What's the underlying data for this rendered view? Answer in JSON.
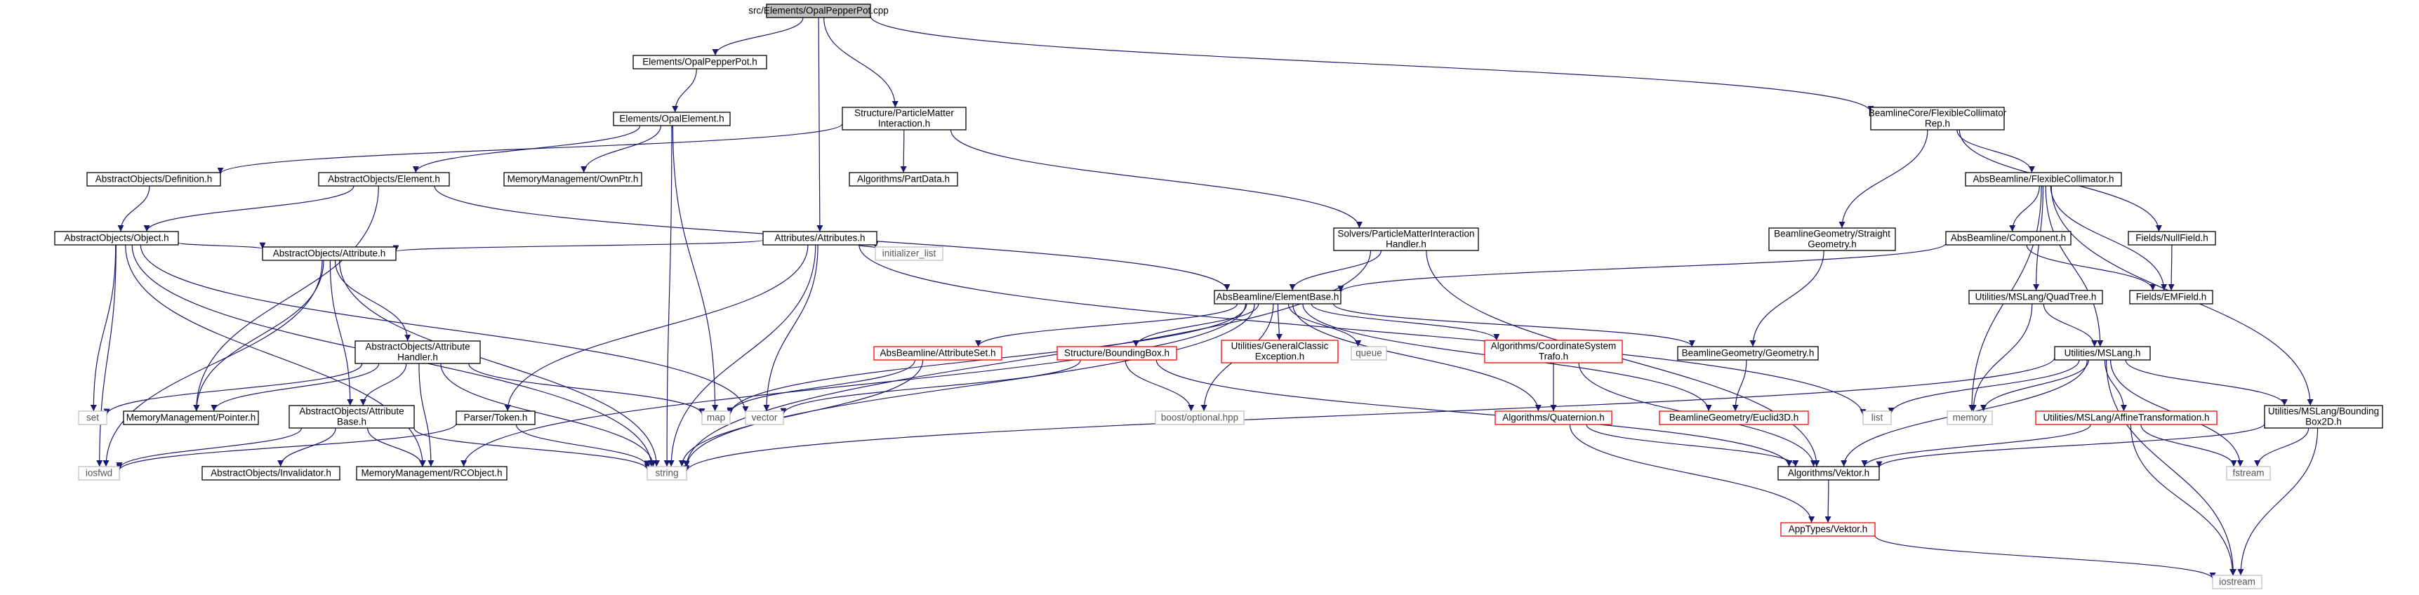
{
  "colors": {
    "edge": "#191970",
    "root_fill": "#bfbfbf",
    "external_border": "#bfbfbf",
    "incomplete_border": "#ff0000",
    "node_border": "#000000"
  },
  "nodes": [
    {
      "id": "root",
      "lines": [
        "src/Elements/OpalPepperPot.cpp"
      ],
      "style": "root"
    },
    {
      "id": "opalpepperpot_h",
      "lines": [
        "Elements/OpalPepperPot.h"
      ],
      "style": "black"
    },
    {
      "id": "opalelement_h",
      "lines": [
        "Elements/OpalElement.h"
      ],
      "style": "black"
    },
    {
      "id": "pmi_h",
      "lines": [
        "Structure/ParticleMatter",
        "Interaction.h"
      ],
      "style": "black"
    },
    {
      "id": "fcrep_h",
      "lines": [
        "BeamlineCore/FlexibleCollimator",
        "Rep.h"
      ],
      "style": "black"
    },
    {
      "id": "definition_h",
      "lines": [
        "AbstractObjects/Definition.h"
      ],
      "style": "black"
    },
    {
      "id": "element_h",
      "lines": [
        "AbstractObjects/Element.h"
      ],
      "style": "black"
    },
    {
      "id": "ownptr_h",
      "lines": [
        "MemoryManagement/OwnPtr.h"
      ],
      "style": "black"
    },
    {
      "id": "partdata_h",
      "lines": [
        "Algorithms/PartData.h"
      ],
      "style": "black"
    },
    {
      "id": "fc_h",
      "lines": [
        "AbsBeamline/FlexibleCollimator.h"
      ],
      "style": "black"
    },
    {
      "id": "object_h",
      "lines": [
        "AbstractObjects/Object.h"
      ],
      "style": "black"
    },
    {
      "id": "attributes_h",
      "lines": [
        "Attributes/Attributes.h"
      ],
      "style": "black"
    },
    {
      "id": "pmih_h",
      "lines": [
        "Solvers/ParticleMatterInteraction",
        "Handler.h"
      ],
      "style": "black"
    },
    {
      "id": "straightgeom_h",
      "lines": [
        "BeamlineGeometry/Straight",
        "Geometry.h"
      ],
      "style": "black"
    },
    {
      "id": "component_h",
      "lines": [
        "AbsBeamline/Component.h"
      ],
      "style": "black"
    },
    {
      "id": "nullfield_h",
      "lines": [
        "Fields/NullField.h"
      ],
      "style": "black"
    },
    {
      "id": "attribute_h",
      "lines": [
        "AbstractObjects/Attribute.h"
      ],
      "style": "black"
    },
    {
      "id": "initlist",
      "lines": [
        "initializer_list"
      ],
      "style": "gray"
    },
    {
      "id": "elementbase_h",
      "lines": [
        "AbsBeamline/ElementBase.h"
      ],
      "style": "black"
    },
    {
      "id": "quadtree_h",
      "lines": [
        "Utilities/MSLang/QuadTree.h"
      ],
      "style": "black"
    },
    {
      "id": "emfield_h",
      "lines": [
        "Fields/EMField.h"
      ],
      "style": "black"
    },
    {
      "id": "attrhandler_h",
      "lines": [
        "AbstractObjects/Attribute",
        "Handler.h"
      ],
      "style": "black"
    },
    {
      "id": "attributeset_h",
      "lines": [
        "AbsBeamline/AttributeSet.h"
      ],
      "style": "red"
    },
    {
      "id": "boundingbox_h",
      "lines": [
        "Structure/BoundingBox.h"
      ],
      "style": "red"
    },
    {
      "id": "gce_h",
      "lines": [
        "Utilities/GeneralClassic",
        "Exception.h"
      ],
      "style": "red"
    },
    {
      "id": "queue",
      "lines": [
        "queue"
      ],
      "style": "gray"
    },
    {
      "id": "cst_h",
      "lines": [
        "Algorithms/CoordinateSystem",
        "Trafo.h"
      ],
      "style": "red"
    },
    {
      "id": "geometry_h",
      "lines": [
        "BeamlineGeometry/Geometry.h"
      ],
      "style": "black"
    },
    {
      "id": "mslang_h",
      "lines": [
        "Utilities/MSLang.h"
      ],
      "style": "black"
    },
    {
      "id": "set",
      "lines": [
        "set"
      ],
      "style": "gray"
    },
    {
      "id": "pointer_h",
      "lines": [
        "MemoryManagement/Pointer.h"
      ],
      "style": "black"
    },
    {
      "id": "attrbase_h",
      "lines": [
        "AbstractObjects/Attribute",
        "Base.h"
      ],
      "style": "black"
    },
    {
      "id": "map",
      "lines": [
        "map"
      ],
      "style": "gray"
    },
    {
      "id": "vector",
      "lines": [
        "vector"
      ],
      "style": "gray"
    },
    {
      "id": "optional",
      "lines": [
        "boost/optional.hpp"
      ],
      "style": "gray"
    },
    {
      "id": "token_h",
      "lines": [
        "Parser/Token.h"
      ],
      "style": "black"
    },
    {
      "id": "quaternion_h",
      "lines": [
        "Algorithms/Quaternion.h"
      ],
      "style": "red"
    },
    {
      "id": "euclid3d_h",
      "lines": [
        "BeamlineGeometry/Euclid3D.h"
      ],
      "style": "red"
    },
    {
      "id": "list",
      "lines": [
        "list"
      ],
      "style": "gray"
    },
    {
      "id": "memory",
      "lines": [
        "memory"
      ],
      "style": "gray"
    },
    {
      "id": "affine_h",
      "lines": [
        "Utilities/MSLang/AffineTransformation.h"
      ],
      "style": "red"
    },
    {
      "id": "bbox2d_h",
      "lines": [
        "Utilities/MSLang/Bounding",
        "Box2D.h"
      ],
      "style": "black"
    },
    {
      "id": "iosfwd",
      "lines": [
        "iosfwd"
      ],
      "style": "gray"
    },
    {
      "id": "invalidator_h",
      "lines": [
        "AbstractObjects/Invalidator.h"
      ],
      "style": "black"
    },
    {
      "id": "rcobject_h",
      "lines": [
        "MemoryManagement/RCObject.h"
      ],
      "style": "black"
    },
    {
      "id": "string",
      "lines": [
        "string"
      ],
      "style": "gray"
    },
    {
      "id": "vektor_alg_h",
      "lines": [
        "Algorithms/Vektor.h"
      ],
      "style": "black"
    },
    {
      "id": "fstream",
      "lines": [
        "fstream"
      ],
      "style": "gray"
    },
    {
      "id": "apptypes_vektor_h",
      "lines": [
        "AppTypes/Vektor.h"
      ],
      "style": "red"
    },
    {
      "id": "iostream",
      "lines": [
        "iostream"
      ],
      "style": "gray"
    }
  ],
  "edges": [
    [
      "root",
      "opalpepperpot_h"
    ],
    [
      "root",
      "pmi_h"
    ],
    [
      "root",
      "fcrep_h"
    ],
    [
      "root",
      "attributes_h"
    ],
    [
      "opalpepperpot_h",
      "opalelement_h"
    ],
    [
      "opalelement_h",
      "element_h"
    ],
    [
      "opalelement_h",
      "ownptr_h"
    ],
    [
      "opalelement_h",
      "map"
    ],
    [
      "opalelement_h",
      "string"
    ],
    [
      "pmi_h",
      "definition_h"
    ],
    [
      "pmi_h",
      "partdata_h"
    ],
    [
      "pmi_h",
      "pmih_h"
    ],
    [
      "fcrep_h",
      "fc_h"
    ],
    [
      "fcrep_h",
      "straightgeom_h"
    ],
    [
      "fcrep_h",
      "nullfield_h"
    ],
    [
      "definition_h",
      "object_h"
    ],
    [
      "element_h",
      "object_h"
    ],
    [
      "element_h",
      "elementbase_h"
    ],
    [
      "element_h",
      "pointer_h"
    ],
    [
      "object_h",
      "attribute_h"
    ],
    [
      "object_h",
      "set"
    ],
    [
      "object_h",
      "string"
    ],
    [
      "object_h",
      "iosfwd"
    ],
    [
      "object_h",
      "rcobject_h"
    ],
    [
      "object_h",
      "vector"
    ],
    [
      "attributes_h",
      "attribute_h"
    ],
    [
      "attributes_h",
      "initlist"
    ],
    [
      "attributes_h",
      "token_h"
    ],
    [
      "attributes_h",
      "list"
    ],
    [
      "attributes_h",
      "vector"
    ],
    [
      "attributes_h",
      "string"
    ],
    [
      "attribute_h",
      "attrhandler_h"
    ],
    [
      "attribute_h",
      "attrbase_h"
    ],
    [
      "attribute_h",
      "pointer_h"
    ],
    [
      "attribute_h",
      "iosfwd"
    ],
    [
      "attribute_h",
      "string"
    ],
    [
      "attrhandler_h",
      "attrbase_h"
    ],
    [
      "attrhandler_h",
      "set"
    ],
    [
      "attrhandler_h",
      "pointer_h"
    ],
    [
      "attrhandler_h",
      "rcobject_h"
    ],
    [
      "attrhandler_h",
      "map"
    ],
    [
      "attrhandler_h",
      "string"
    ],
    [
      "attrbase_h",
      "rcobject_h"
    ],
    [
      "attrbase_h",
      "invalidator_h"
    ],
    [
      "attrbase_h",
      "iosfwd"
    ],
    [
      "attrbase_h",
      "string"
    ],
    [
      "token_h",
      "iosfwd"
    ],
    [
      "token_h",
      "string"
    ],
    [
      "pmih_h",
      "elementbase_h"
    ],
    [
      "pmih_h",
      "string"
    ],
    [
      "pmih_h",
      "vektor_alg_h"
    ],
    [
      "elementbase_h",
      "attributeset_h"
    ],
    [
      "elementbase_h",
      "boundingbox_h"
    ],
    [
      "elementbase_h",
      "gce_h"
    ],
    [
      "elementbase_h",
      "queue"
    ],
    [
      "elementbase_h",
      "cst_h"
    ],
    [
      "elementbase_h",
      "geometry_h"
    ],
    [
      "elementbase_h",
      "euclid3d_h"
    ],
    [
      "elementbase_h",
      "quaternion_h"
    ],
    [
      "elementbase_h",
      "optional"
    ],
    [
      "elementbase_h",
      "map"
    ],
    [
      "elementbase_h",
      "rcobject_h"
    ],
    [
      "elementbase_h",
      "string"
    ],
    [
      "attributeset_h",
      "map"
    ],
    [
      "attributeset_h",
      "string"
    ],
    [
      "boundingbox_h",
      "vektor_alg_h"
    ],
    [
      "boundingbox_h",
      "vector"
    ],
    [
      "boundingbox_h",
      "optional"
    ],
    [
      "cst_h",
      "quaternion_h"
    ],
    [
      "cst_h",
      "vektor_alg_h"
    ],
    [
      "quaternion_h",
      "vektor_alg_h"
    ],
    [
      "quaternion_h",
      "apptypes_vektor_h"
    ],
    [
      "straightgeom_h",
      "geometry_h"
    ],
    [
      "geometry_h",
      "euclid3d_h"
    ],
    [
      "fc_h",
      "component_h"
    ],
    [
      "fc_h",
      "quadtree_h"
    ],
    [
      "fc_h",
      "mslang_h"
    ],
    [
      "fc_h",
      "bbox2d_h"
    ],
    [
      "fc_h",
      "memory"
    ],
    [
      "fc_h",
      "emfield_h"
    ],
    [
      "component_h",
      "elementbase_h"
    ],
    [
      "component_h",
      "emfield_h"
    ],
    [
      "nullfield_h",
      "emfield_h"
    ],
    [
      "quadtree_h",
      "mslang_h"
    ],
    [
      "quadtree_h",
      "memory"
    ],
    [
      "mslang_h",
      "affine_h"
    ],
    [
      "mslang_h",
      "bbox2d_h"
    ],
    [
      "mslang_h",
      "vektor_alg_h"
    ],
    [
      "mslang_h",
      "list"
    ],
    [
      "mslang_h",
      "memory"
    ],
    [
      "mslang_h",
      "string"
    ],
    [
      "mslang_h",
      "fstream"
    ],
    [
      "mslang_h",
      "iostream"
    ],
    [
      "affine_h",
      "vektor_alg_h"
    ],
    [
      "affine_h",
      "fstream"
    ],
    [
      "affine_h",
      "iostream"
    ],
    [
      "bbox2d_h",
      "vektor_alg_h"
    ],
    [
      "bbox2d_h",
      "fstream"
    ],
    [
      "bbox2d_h",
      "iostream"
    ],
    [
      "vektor_alg_h",
      "apptypes_vektor_h"
    ],
    [
      "apptypes_vektor_h",
      "iostream"
    ]
  ]
}
